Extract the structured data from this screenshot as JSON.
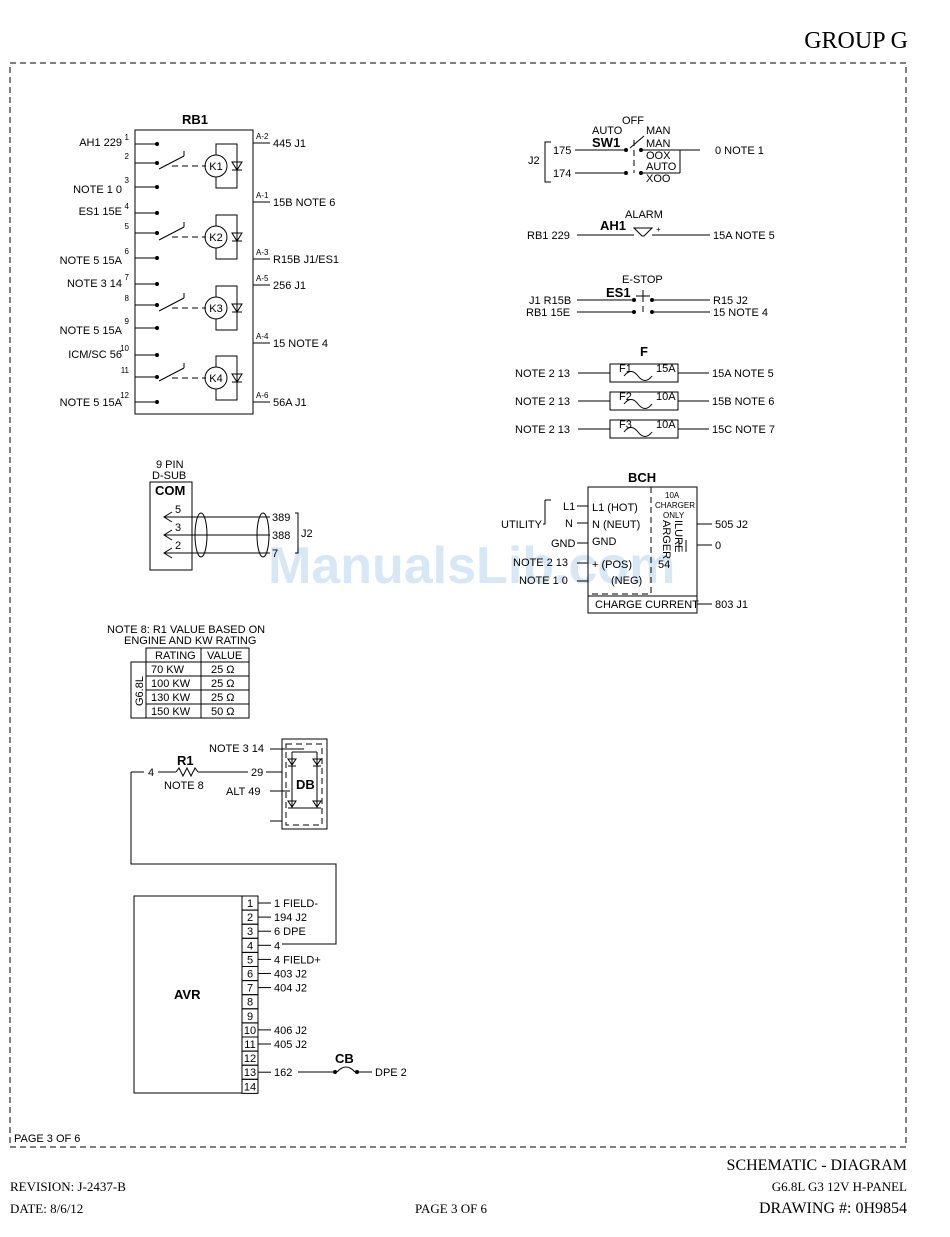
{
  "header": {
    "group": "GROUP G"
  },
  "watermark": "ManualsLib.com",
  "page_note": "PAGE 3 OF 6",
  "footer": {
    "revision": "REVISION: J-2437-B",
    "date": "DATE: 8/6/12",
    "page": "PAGE 3 OF 6",
    "title": "SCHEMATIC - DIAGRAM",
    "subtitle": "G6.8L G3 12V H-PANEL",
    "drawing": "DRAWING #: 0H9854"
  },
  "rb1": {
    "name": "RB1",
    "left_labels": [
      "AH1 229",
      "NOTE 1 0",
      "ES1 15E",
      "NOTE 5 15A",
      "NOTE 3 14",
      "NOTE 5 15A",
      "ICM/SC 56",
      "NOTE 5 15A"
    ],
    "pins": [
      "1",
      "2",
      "3",
      "4",
      "5",
      "6",
      "7",
      "8",
      "9",
      "10",
      "11",
      "12"
    ],
    "relays": [
      "K1",
      "K2",
      "K3",
      "K4"
    ],
    "right_pins": [
      "A-2",
      "A-1",
      "A-3",
      "A-5",
      "A-4",
      "A-6"
    ],
    "right_labels": [
      "445 J1",
      "15B NOTE 6",
      "R15B J1/ES1",
      "256 J1",
      "15 NOTE 4",
      "56A J1"
    ]
  },
  "sw1": {
    "name": "SW1",
    "off": "OFF",
    "auto": "AUTO",
    "man1": "MAN",
    "man2": "MAN",
    "oox": "OOX",
    "auto2": "AUTO",
    "xoo": "XOO",
    "j2": "J2",
    "w175": "175",
    "w174": "174",
    "out": "0 NOTE 1"
  },
  "ah1": {
    "name": "AH1",
    "alarm": "ALARM",
    "left": "RB1 229",
    "right": "15A NOTE 5",
    "plus": "+"
  },
  "es1": {
    "name": "ES1",
    "estop": "E-STOP",
    "l1": "J1 R15B",
    "l2": "RB1 15E",
    "r1": "R15 J2",
    "r2": "15 NOTE 4"
  },
  "fuses": {
    "name": "F",
    "items": [
      {
        "left": "NOTE 2 13",
        "id": "F1",
        "amps": "15A",
        "right": "15A NOTE 5"
      },
      {
        "left": "NOTE 2 13",
        "id": "F2",
        "amps": "10A",
        "right": "15B NOTE 6"
      },
      {
        "left": "NOTE 2 13",
        "id": "F3",
        "amps": "10A",
        "right": "15C NOTE 7"
      }
    ]
  },
  "com": {
    "title1": "9 PIN",
    "title2": "D-SUB",
    "name": "COM",
    "pins": [
      "5",
      "3",
      "2"
    ],
    "wires": [
      "389",
      "388",
      "7"
    ],
    "j2": "J2"
  },
  "bch": {
    "name": "BCH",
    "amps": "10A",
    "charger": "CHARGER",
    "only": "ONLY",
    "vert": "ARGER",
    "vert2": "ILURE",
    "l1": "L1 (HOT)",
    "n": "N (NEUT)",
    "gnd": "GND",
    "pos": "+ (POS)",
    "neg": "(NEG)",
    "charge": "CHARGE CURRENT",
    "in_l1": "L1",
    "in_n": "N",
    "in_gnd": "GND",
    "utility": "UTILITY",
    "in_pos": "NOTE 2 13",
    "in_neg": "NOTE 1 0",
    "out1": "505 J2",
    "out2": "0",
    "out3": "803 J1",
    "mid": "54"
  },
  "note8": {
    "line1": "NOTE 8: R1 VALUE BASED ON",
    "line2": "ENGINE AND KW RATING",
    "group": "G6.8L",
    "headers": [
      "RATING",
      "VALUE"
    ],
    "rows": [
      [
        "70 KW",
        "25 Ω"
      ],
      [
        "100 KW",
        "25 Ω"
      ],
      [
        "130 KW",
        "25 Ω"
      ],
      [
        "150 KW",
        "50 Ω"
      ]
    ]
  },
  "r1": {
    "name": "R1",
    "note": "NOTE 8",
    "left": "4",
    "right": "29"
  },
  "db": {
    "name": "DB",
    "top": "NOTE 3 14",
    "alt": "ALT 49"
  },
  "avr": {
    "name": "AVR",
    "pins": [
      "1",
      "2",
      "3",
      "4",
      "5",
      "6",
      "7",
      "8",
      "9",
      "10",
      "11",
      "12",
      "13",
      "14"
    ],
    "labels": [
      "1 FIELD-",
      "194 J2",
      "6 DPE",
      "4",
      "4 FIELD+",
      "403 J2",
      "404 J2",
      "",
      "",
      "406 J2",
      "405 J2",
      "",
      "162",
      ""
    ]
  },
  "cb": {
    "name": "CB",
    "right": "DPE 2"
  }
}
